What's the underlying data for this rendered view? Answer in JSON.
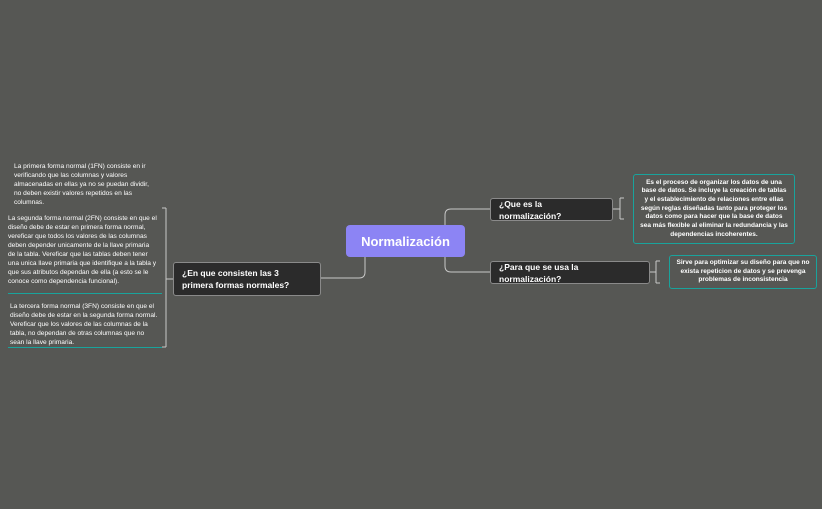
{
  "central": {
    "title": "Normalización"
  },
  "topics": {
    "que": {
      "label": "¿Que es la normalización?"
    },
    "para": {
      "label": "¿Para que se usa la normalización?"
    },
    "formas": {
      "label": "¿En que consisten las 3 primera formas normales?"
    }
  },
  "details": {
    "que": "Es el proceso de organizar los datos de una base de datos. Se incluye la creación de tablas y el establecimiento de relaciones entre ellas según reglas diseñadas tanto para proteger los datos como para hacer que la base de datos sea más flexible al eliminar la redundancia y las dependencias incoherentes.",
    "para": "Sirve para optimizar su diseño para que no exista repeticion de datos y se prevenga problemas de inconsistencia",
    "fn1": "La primera forma normal (1FN) consiste en ir verificando que las columnas y valores almacenadas en ellas ya no se puedan dividir, no deben existir valores repetidos en las columnas.",
    "fn2": "La segunda forma normal (2FN) consiste en que el diseño debe de estar en primera forma normal, vereficar que todos los valores de las columnas deben depender unicamente de la llave primaria de la tabla. Vereficar que las tablas deben tener una unica llave primaria que identifique a la tabla y que sus atributos dependan de ella (a esto se le conoce como dependencia funcional).",
    "fn3": "La tercera forma normal (3FN) consiste en que el diseño debe de estar en la segunda forma normal. Vereficar que los valores de las columnas de la tabla, no dependan de otras columnas que no sean la llave primaria."
  },
  "colors": {
    "background": "#565754",
    "central": "#8c84f4",
    "topic": "#2b2b2b",
    "accent": "#19a39c",
    "line": "#c8c8c8"
  }
}
